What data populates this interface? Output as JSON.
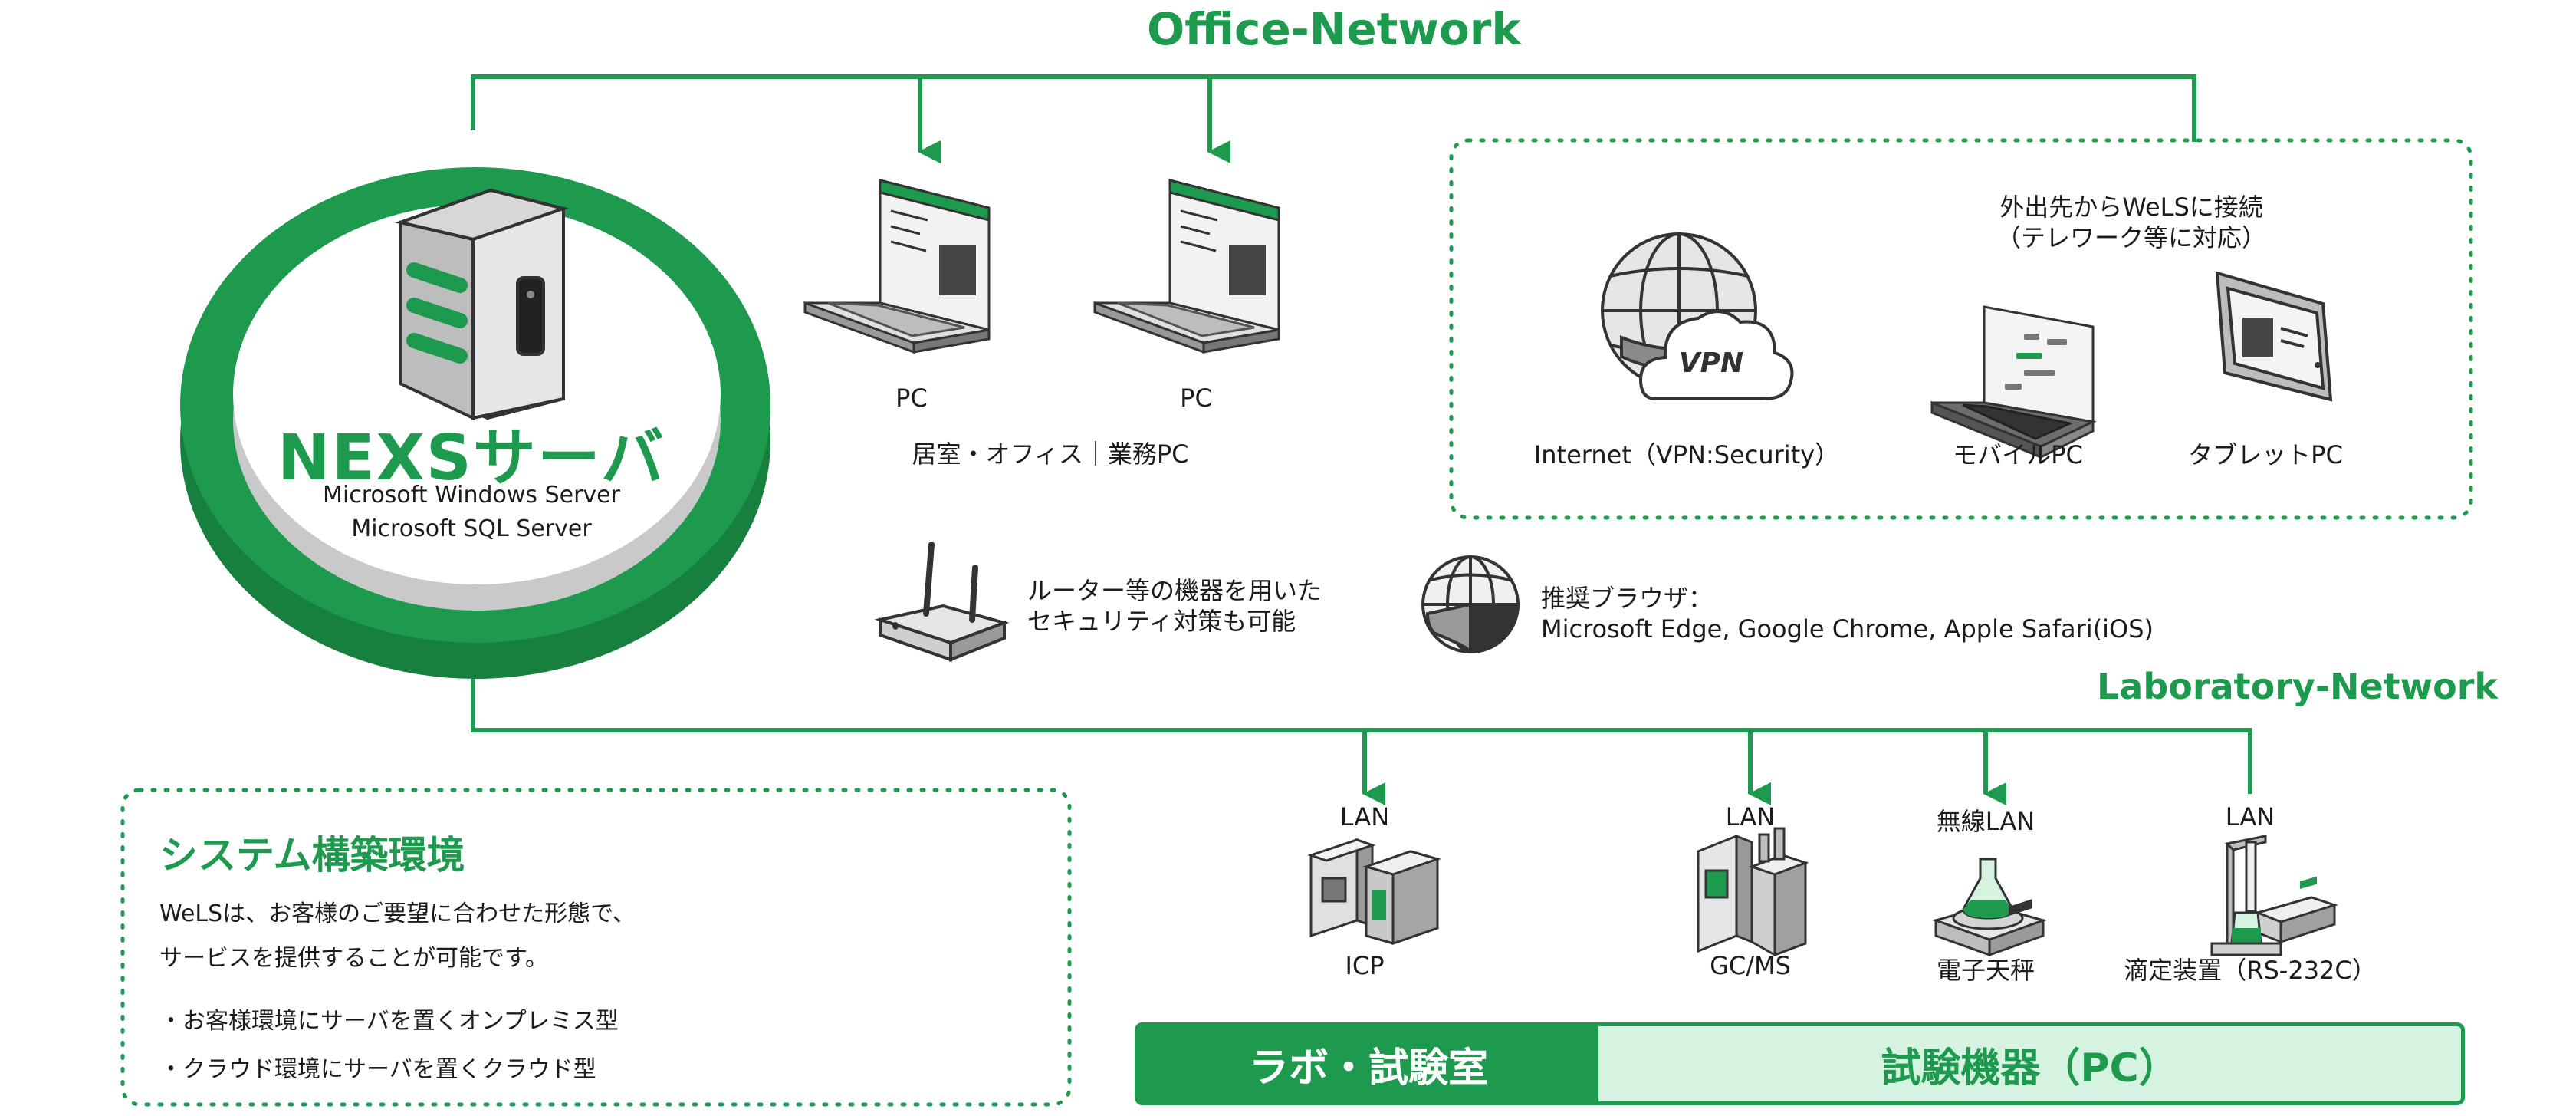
{
  "office_network": {
    "title": "Office-Network"
  },
  "laboratory_network": {
    "title": "Laboratory-Network"
  },
  "server": {
    "title": "NEXSサーバ",
    "line1": "Microsoft Windows Server",
    "line2": "Microsoft SQL Server"
  },
  "office_pcs": {
    "pc1_label": "PC",
    "pc2_label": "PC",
    "group_caption": "居室・オフィス｜業務PC"
  },
  "remote": {
    "caption_line1": "外出先からWeLSに接続",
    "caption_line2": "（テレワーク等に対応）",
    "internet_label": "Internet（VPN:Security）",
    "vpn_text": "VPN",
    "mobile_label": "モバイルPC",
    "tablet_label": "タブレットPC"
  },
  "router_note": {
    "line1": "ルーター等の機器を用いた",
    "line2": "セキュリティ対策も可能"
  },
  "browser_note": {
    "line1": "推奨ブラウザ：",
    "line2": "Microsoft Edge, Google Chrome,  Apple Safari(iOS)"
  },
  "lab_devices": [
    {
      "conn": "LAN",
      "name": "ICP"
    },
    {
      "conn": "LAN",
      "name": "GC/MS"
    },
    {
      "conn": "無線LAN",
      "name": "電子天秤"
    },
    {
      "conn": "LAN",
      "name": "滴定装置（RS-232C）"
    }
  ],
  "system_box": {
    "title": "システム構築環境",
    "desc_line1": "WeLSは、お客様のご要望に合わせた形態で、",
    "desc_line2": "サービスを提供することが可能です。",
    "bullet1": "・お客様環境にサーバを置くオンプレミス型",
    "bullet2": "・クラウド環境にサーバを置くクラウド型"
  },
  "bottom_bar": {
    "left": "ラボ・試験室",
    "right": "試験機器（PC）"
  },
  "colors": {
    "brand_green": "#1e9a4f",
    "light_green": "#d6f2e1",
    "gray_dark": "#4a4a4a"
  }
}
